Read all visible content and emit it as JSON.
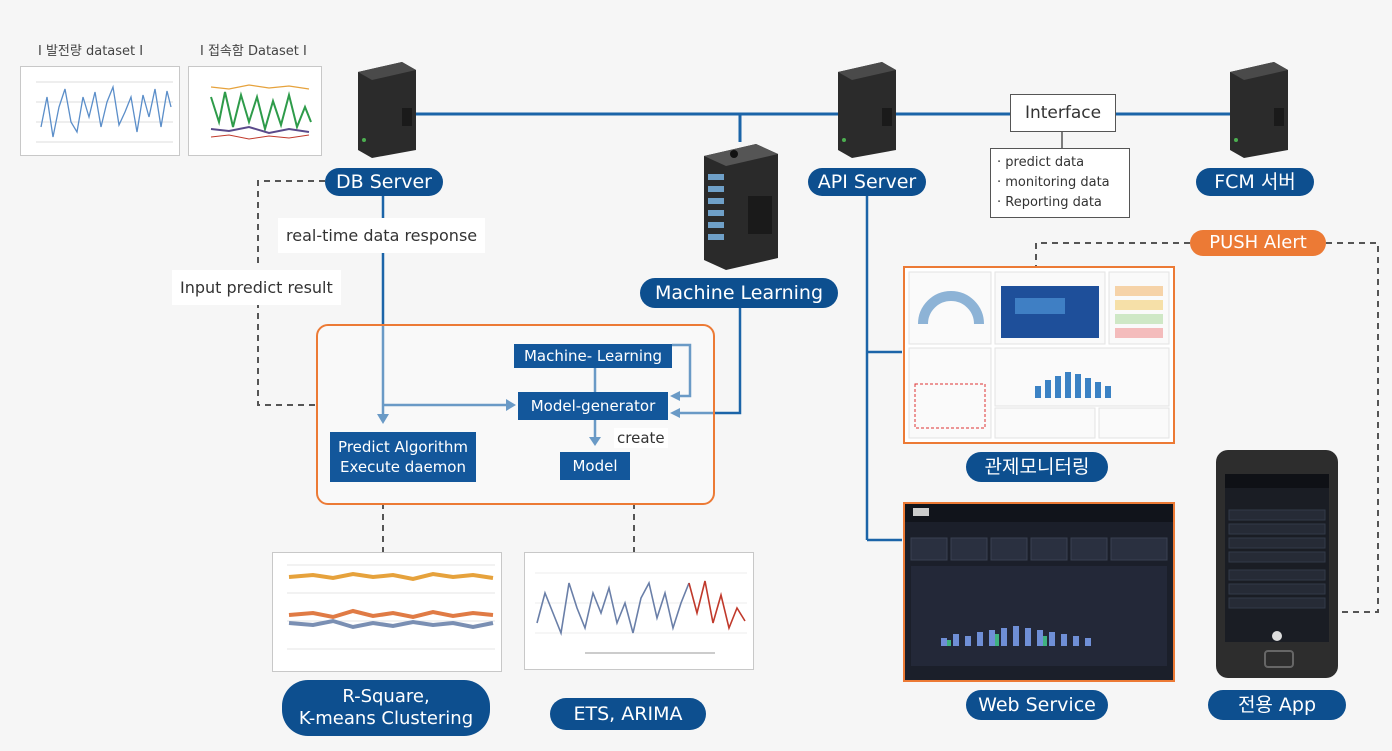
{
  "datasets": {
    "power_label": "I 발전량 dataset I",
    "access_label": "I 접속함 Dataset I"
  },
  "nodes": {
    "db_server": "DB Server",
    "api_server": "API Server",
    "fcm_server": "FCM 서버",
    "machine_learning": "Machine Learning",
    "push_alert": "PUSH Alert",
    "monitoring": "관제모니터링",
    "web_service": "Web Service",
    "app": "전용 App",
    "rsquare": "R-Square,\nK-means Clustering",
    "ets": "ETS, ARIMA"
  },
  "interface": {
    "title": "Interface",
    "items": [
      "predict data",
      "monitoring data",
      "Reporting data"
    ]
  },
  "flow": {
    "realtime": "real-time data response",
    "input_predict": "Input predict result",
    "ml_box": "Machine- Learning",
    "model_generator": "Model-generator",
    "create": "create",
    "model": "Model",
    "predict_algorithm": "Predict Algorithm\nExecute daemon"
  },
  "colors": {
    "pill_blue": "#0d4f8f",
    "orange": "#ec7a35",
    "line_blue": "#1b64a8"
  }
}
